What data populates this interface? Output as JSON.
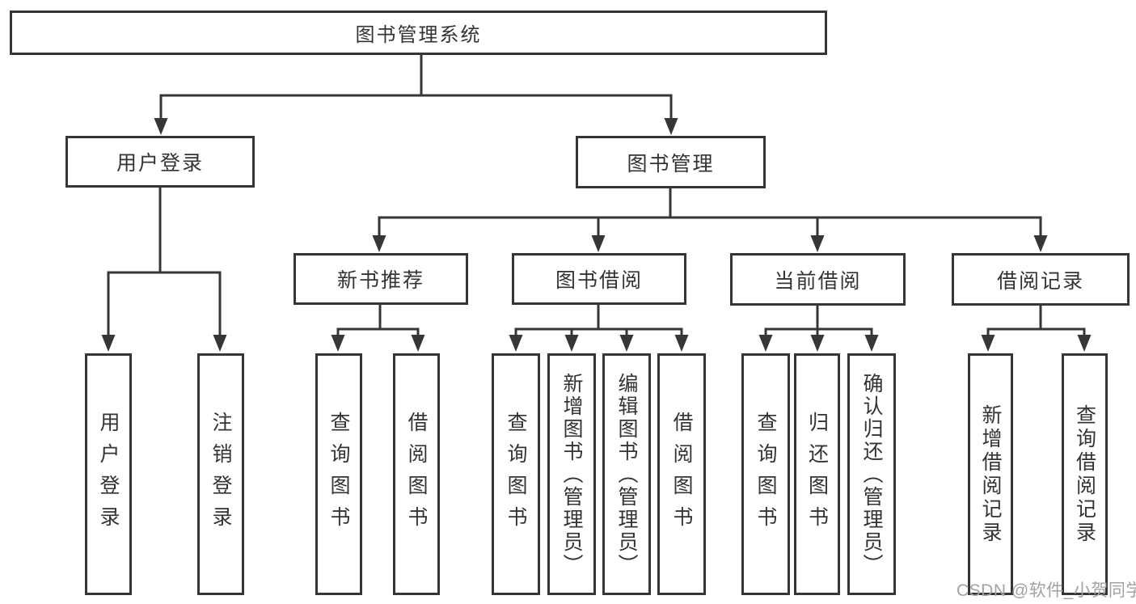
{
  "colors": {
    "line": "#363636",
    "node_border": "#363636",
    "text": "#333333",
    "background": "#ffffff",
    "watermark_text": "#a2a2a2"
  },
  "watermark": {
    "text": "CSDN @软件_小贺同学"
  },
  "tree": {
    "label": "图书管理系统",
    "children": [
      {
        "label": "用户登录",
        "children": [
          {
            "label": "用户登录"
          },
          {
            "label": "注销登录"
          }
        ]
      },
      {
        "label": "图书管理",
        "children": [
          {
            "label": "新书推荐",
            "children": [
              {
                "label": "查询图书"
              },
              {
                "label": "借阅图书"
              }
            ]
          },
          {
            "label": "图书借阅",
            "children": [
              {
                "label": "查询图书"
              },
              {
                "label": "新增图书（管理员）"
              },
              {
                "label": "编辑图书（管理员）"
              },
              {
                "label": "借阅图书"
              }
            ]
          },
          {
            "label": "当前借阅",
            "children": [
              {
                "label": "查询图书"
              },
              {
                "label": "归还图书"
              },
              {
                "label": "确认归还（管理员）"
              }
            ]
          },
          {
            "label": "借阅记录",
            "children": [
              {
                "label": "新增借阅记录"
              },
              {
                "label": "查询借阅记录"
              }
            ]
          }
        ]
      }
    ]
  }
}
